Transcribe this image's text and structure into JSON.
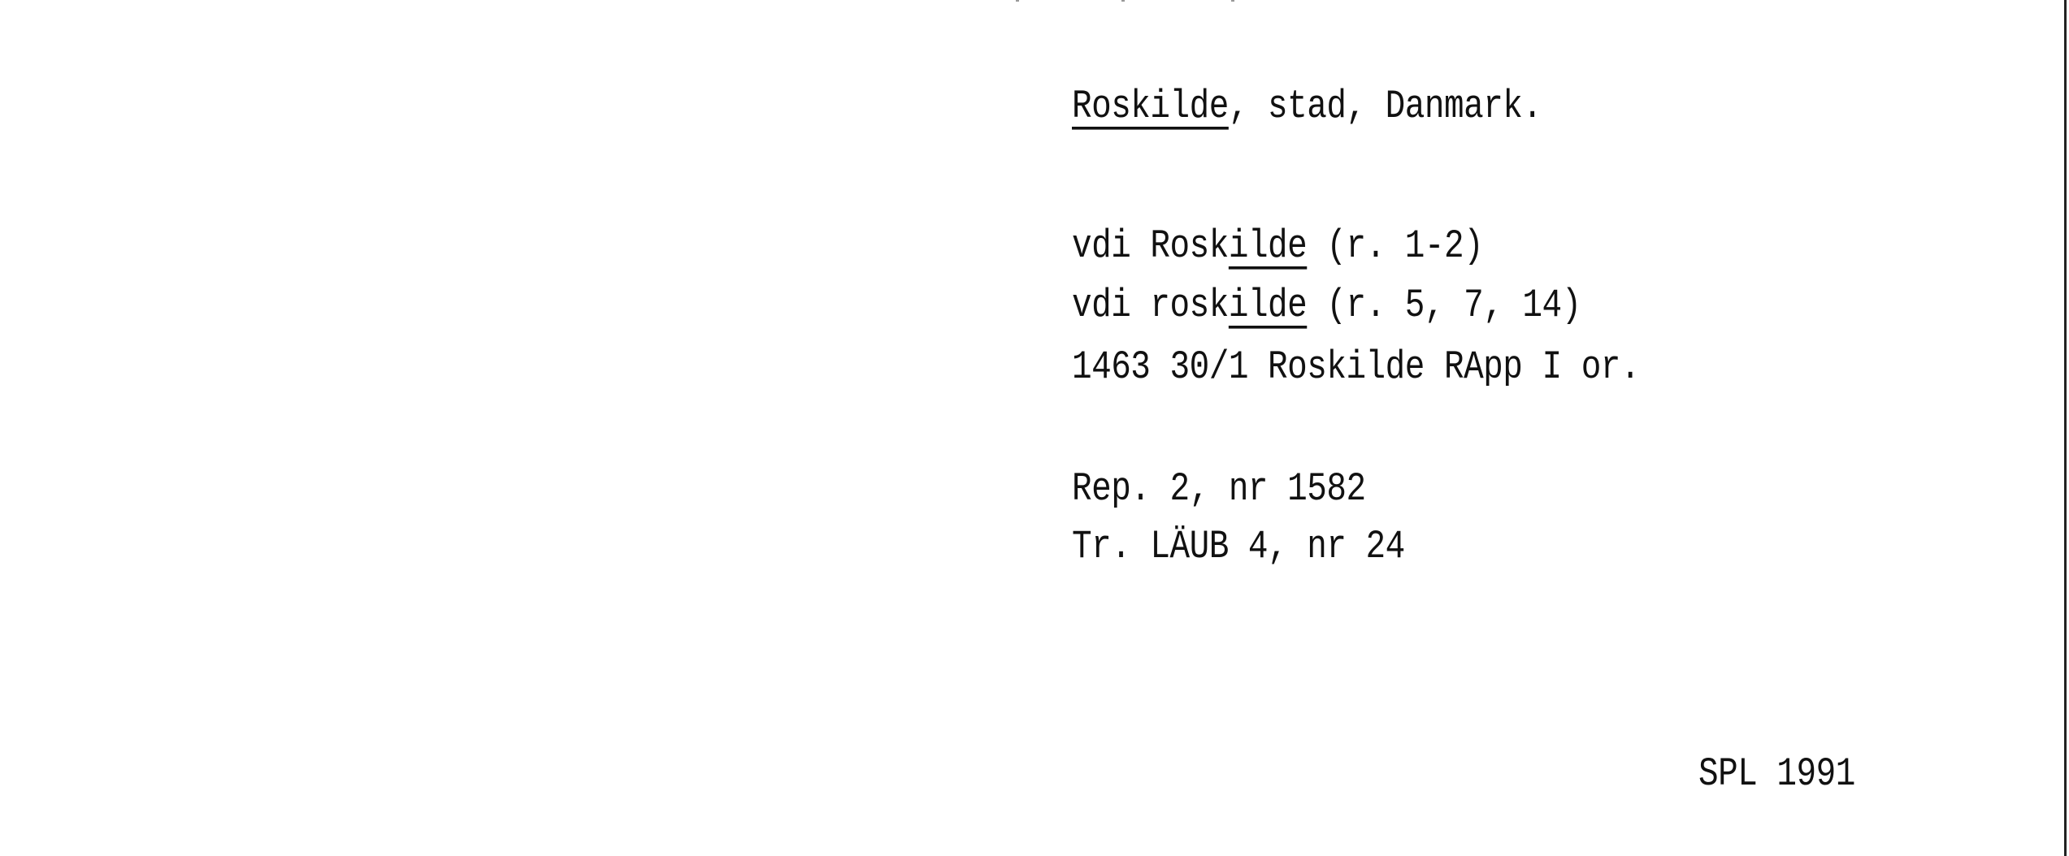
{
  "card": {
    "heading": {
      "underlined": "Roskilde",
      "rest": ", stad, Danmark."
    },
    "lines": [
      {
        "prefix": "vdi Rosk",
        "underlined": "ilde",
        "suffix": " (r. 1-2)"
      },
      {
        "prefix": "vdi rosk",
        "underlined": "ilde",
        "suffix": " (r. 5, 7, 14)"
      },
      {
        "text": "1463 30/1 Roskilde RApp I or."
      },
      {
        "text": "Rep. 2, nr 1582"
      },
      {
        "text": "Tr. LÄUB 4, nr 24"
      }
    ],
    "signature": "SPL 1991"
  }
}
